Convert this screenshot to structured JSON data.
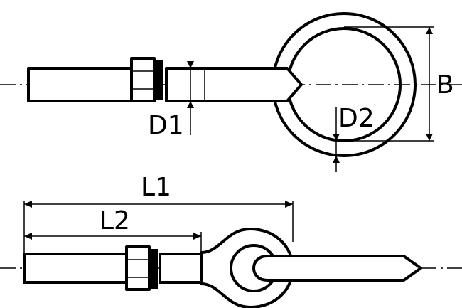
{
  "labels": {
    "b": "B",
    "d1": "D1",
    "d2": "D2",
    "l1": "L1",
    "l2": "L2"
  },
  "colors": {
    "stroke": "#000000",
    "background": "#ffffff"
  }
}
